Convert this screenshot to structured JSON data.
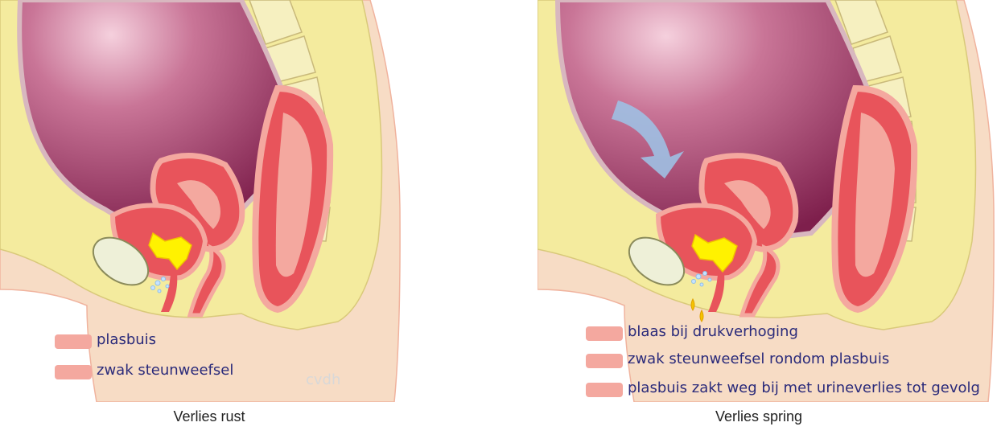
{
  "panels": [
    {
      "caption": "Verlies rust",
      "legend": [
        "plasbuis",
        "zwak steunweefsel"
      ],
      "watermark": "cvdh"
    },
    {
      "caption": "Verlies spring",
      "legend": [
        "blaas bij drukverhoging",
        "zwak steunweefsel rondom plasbuis",
        "plasbuis zakt weg bij met urineverlies tot gevolg"
      ]
    }
  ],
  "colors": {
    "abdomen": "#8e2f5c",
    "fat": "#f4eb9e",
    "skin": "#f7dcc5",
    "organ": "#e8545b",
    "organ_light": "#f4a89f",
    "urine": "#fff200",
    "legend_text": "#2a2a7a",
    "arrow": "#9fc0e3"
  }
}
